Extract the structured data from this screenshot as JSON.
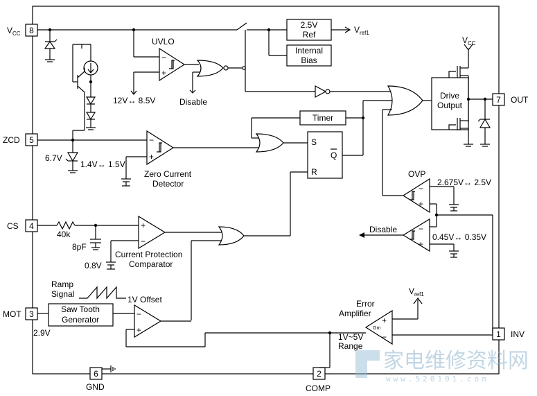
{
  "pins": {
    "vcc": {
      "num": "8",
      "label": "V",
      "sub": "CC"
    },
    "zcd": {
      "num": "5",
      "label": "ZCD"
    },
    "cs": {
      "num": "4",
      "label": "CS"
    },
    "mot": {
      "num": "3",
      "label": "MOT"
    },
    "gnd": {
      "num": "6",
      "label": "GND"
    },
    "comp": {
      "num": "2",
      "label": "COMP"
    },
    "inv": {
      "num": "1",
      "label": "INV"
    },
    "out": {
      "num": "7",
      "label": "OUT"
    }
  },
  "blocks": {
    "ref": {
      "line1": "2.5V",
      "line2": "Ref"
    },
    "bias": {
      "line1": "Internal",
      "line2": "Bias"
    },
    "drive": {
      "line1": "Drive",
      "line2": "Output"
    },
    "timer": "Timer",
    "saw": {
      "line1": "Saw Tooth",
      "line2": "Generator"
    },
    "sr": {
      "s": "S",
      "r": "R",
      "q": "Q"
    }
  },
  "labels": {
    "vref": "V",
    "vref_sub": "ref1",
    "vcc_top": "V",
    "vcc_top_sub": "CC",
    "uvlo": "UVLO",
    "uvlo_range": "12V↔ 8.5V",
    "disable1": "Disable",
    "zener": "6.7V",
    "zcd_range": "1.4V↔ 1.5V",
    "zcd_name1": "Zero Current",
    "zcd_name2": "Detector",
    "res": "40k",
    "cap": "8pF",
    "cs_ref": "0.8V",
    "cpc1": "Current Protection",
    "cpc2": "Comparator",
    "ramp1": "Ramp",
    "ramp2": "Signal",
    "offset": "1V Offset",
    "mot_v": "2.9V",
    "ovp": "OVP",
    "ovp_range": "2.675V↔ 2.5V",
    "disable2": "Disable",
    "dis_range": "0.45V↔ 0.35V",
    "ea1": "Error",
    "ea2": "Amplifier",
    "gm": "Gm",
    "ea_range1": "1V~5V",
    "ea_range2": "Range",
    "vref2": "V",
    "vref2_sub": "ref1"
  },
  "watermark": {
    "text": "家电维修资料网",
    "url": "www.520101.com"
  }
}
